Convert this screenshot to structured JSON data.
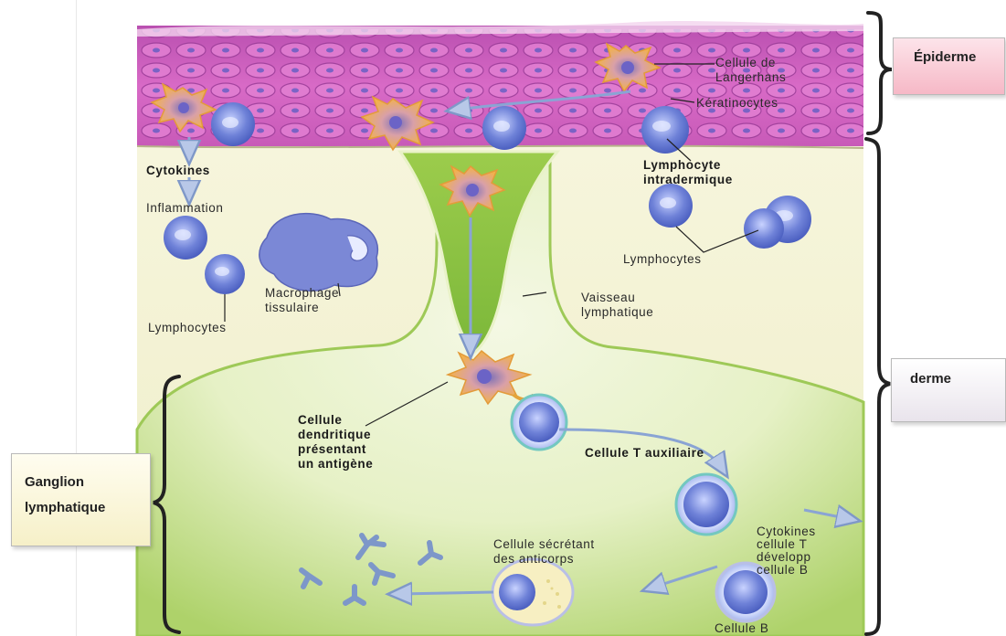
{
  "labels": {
    "cellule_langerhans_1": "Cellule de",
    "cellule_langerhans_2": "Langerhans",
    "keratinocytes": "Kératinocytes",
    "cytokines": "Cytokines",
    "inflammation": "Inflammation",
    "lymphocyte_intradermique_1": "Lymphocyte",
    "lymphocyte_intradermique_2": "intradermique",
    "lymphocytes_right": "Lymphocytes",
    "macrophage_1": "Macrophage",
    "macrophage_2": "tissulaire",
    "lymphocytes_left": "Lymphocytes",
    "vaisseau_1": "Vaisseau",
    "vaisseau_2": "lymphatique",
    "dendritique_1": "Cellule",
    "dendritique_2": "dendritique",
    "dendritique_3": "présentant",
    "dendritique_4": "un antigène",
    "cellule_t": "Cellule T auxiliaire",
    "secretant_1": "Cellule sécrétant",
    "secretant_2": "des anticorps",
    "cytokines_t_1": "Cytokines",
    "cytokines_t_2": "cellule T",
    "cytokines_t_3": "développ",
    "cytokines_t_4": "cellule B",
    "cellule_b": "Cellule B"
  },
  "regions": {
    "epiderme": "Épiderme",
    "derme": "derme",
    "ganglion_1": "Ganglion",
    "ganglion_2": "lymphatique"
  },
  "colors": {
    "epidermis": "#c85ab8",
    "dermis": "#f3f1cf",
    "lymph_vessel": "#8cc63e",
    "lymphocyte": "#6f82d8",
    "dendritic_cell": "#f2b24a",
    "antibody": "#7d97c9"
  }
}
